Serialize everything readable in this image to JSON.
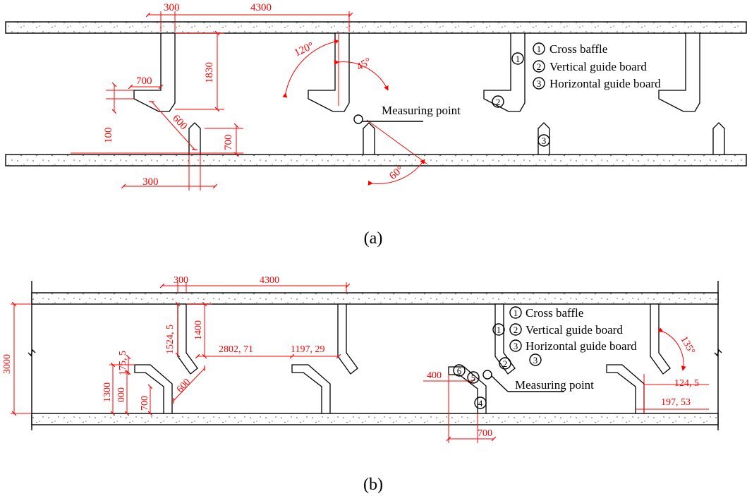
{
  "panel_a": {
    "caption": "(a)",
    "dims": {
      "top_300": "300",
      "top_4300": "4300",
      "h_1830": "1830",
      "w_700": "700",
      "h_100": "100",
      "d_600": "600",
      "h_700": "700",
      "b_300": "300",
      "a_120": "120°",
      "a_45": "45°",
      "a_60": "60°"
    },
    "legend": [
      {
        "num": "1",
        "text": "Cross baffle"
      },
      {
        "num": "2",
        "text": "Vertical guide board"
      },
      {
        "num": "3",
        "text": "Horizontal guide board"
      }
    ],
    "markers": {
      "m1": "1",
      "m2": "2",
      "m3": "3"
    },
    "measuring_point": "Measuring point"
  },
  "panel_b": {
    "caption": "(b)",
    "dims": {
      "top_300": "300",
      "top_4300": "4300",
      "h_3000": "3000",
      "h_1524": "1524, 5",
      "h_1400": "1400",
      "w_2802": "2802, 71",
      "w_1197": "1197, 29",
      "h_175": "175, 5",
      "h_1300": "1300",
      "h_1000": "000",
      "h_700": "700",
      "d_600": "600",
      "w_400": "400",
      "w_700": "700",
      "w_124": "124, 5",
      "w_197": "197, 53",
      "a_135": "135°"
    },
    "legend": [
      {
        "num": "1",
        "text": "Cross baffle"
      },
      {
        "num": "2",
        "text": "Vertical guide board"
      },
      {
        "num": "3",
        "text": "Horizontal guide board"
      }
    ],
    "markers": {
      "m1": "1",
      "m2": "2",
      "m3": "3",
      "m4": "4",
      "m5": "5",
      "m6": "6"
    },
    "measuring_point": "Measuring point"
  }
}
